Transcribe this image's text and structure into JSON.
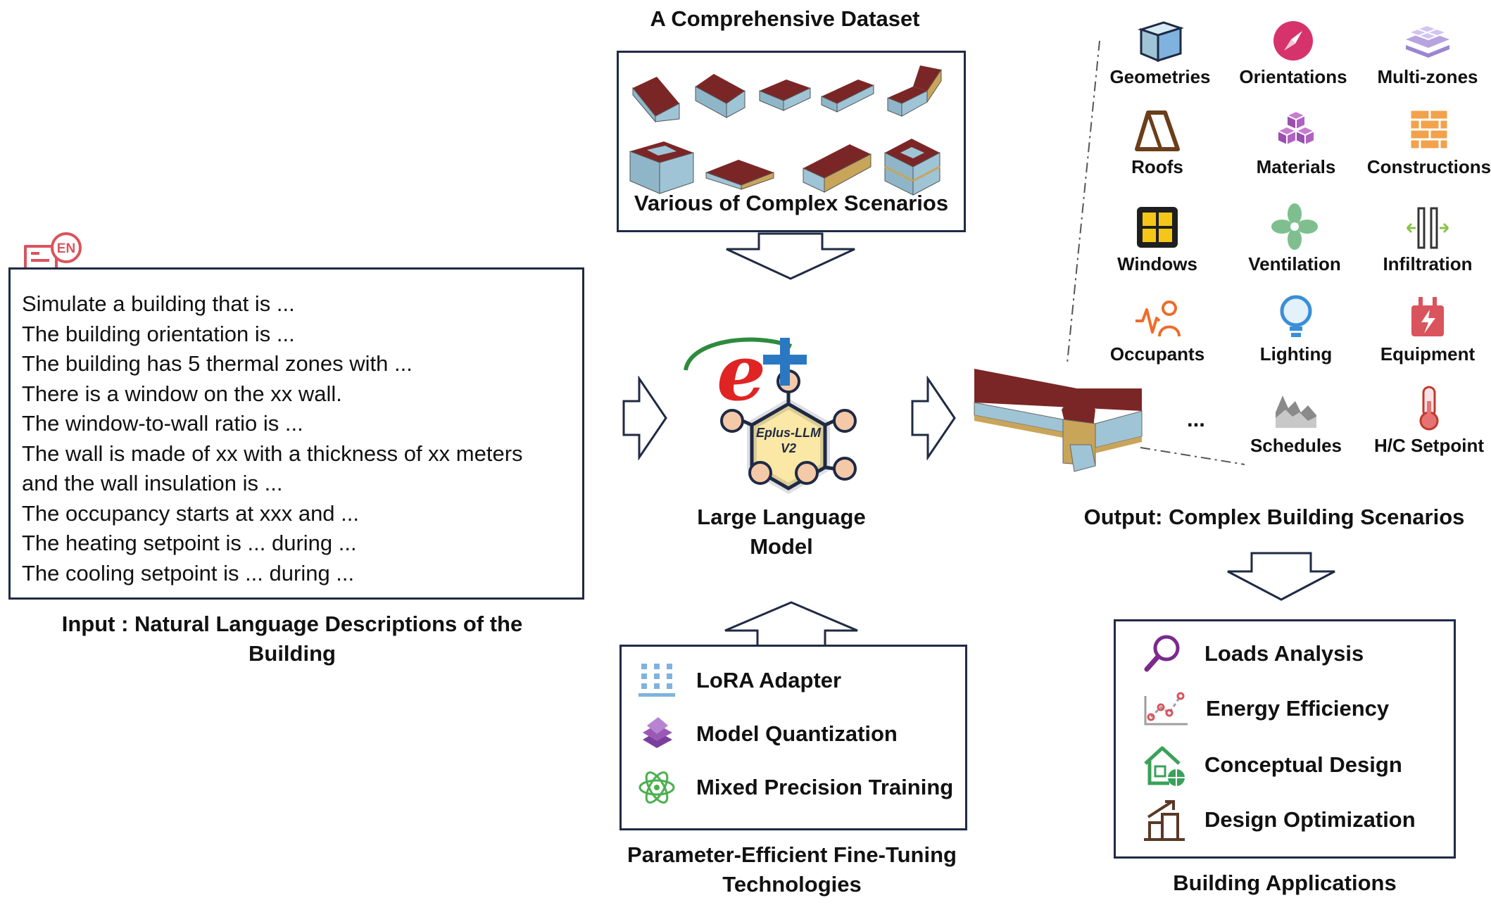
{
  "dataset": {
    "title": "A Comprehensive Dataset",
    "caption": "Various of Complex Scenarios"
  },
  "input": {
    "badge": "EN",
    "lines": [
      "Simulate a building that is ...",
      "The building orientation is ...",
      "The building has 5 thermal zones with ...",
      "There is a window on the xx wall.",
      "The window-to-wall ratio is ...",
      "The wall is made of xx with a thickness of xx meters",
      "and the wall insulation is ...",
      "The occupancy starts at xxx and ...",
      "The heating setpoint is ... during ...",
      "The cooling setpoint is ... during ..."
    ],
    "caption_line1": "Input : Natural Language Descriptions of the",
    "caption_line2": "Building"
  },
  "model": {
    "logo_letter": "e",
    "logo_name": "Eplus-LLM",
    "logo_version": "V2",
    "caption_line1": "Large Language",
    "caption_line2": "Model"
  },
  "output": {
    "features": [
      {
        "label": "Geometries",
        "icon": "cube-icon"
      },
      {
        "label": "Orientations",
        "icon": "compass-icon"
      },
      {
        "label": "Multi-zones",
        "icon": "multi-zones-icon"
      },
      {
        "label": "Roofs",
        "icon": "roof-icon"
      },
      {
        "label": "Materials",
        "icon": "materials-icon"
      },
      {
        "label": "Constructions",
        "icon": "brick-wall-icon"
      },
      {
        "label": "Windows",
        "icon": "window-icon"
      },
      {
        "label": "Ventilation",
        "icon": "fan-icon"
      },
      {
        "label": "Infiltration",
        "icon": "infiltration-icon"
      },
      {
        "label": "Occupants",
        "icon": "occupant-icon"
      },
      {
        "label": "Lighting",
        "icon": "lightbulb-icon"
      },
      {
        "label": "Equipment",
        "icon": "plug-icon"
      },
      {
        "label": "Schedules",
        "icon": "area-chart-icon"
      },
      {
        "label": "H/C Setpoint",
        "icon": "thermometer-icon"
      }
    ],
    "ellipsis": "...",
    "caption": "Output: Complex Building Scenarios"
  },
  "peft": {
    "items": [
      {
        "label": "LoRA Adapter",
        "icon": "grid-icon"
      },
      {
        "label": "Model Quantization",
        "icon": "stack-icon"
      },
      {
        "label": "Mixed Precision Training",
        "icon": "atom-icon"
      }
    ],
    "caption_line1": "Parameter-Efficient Fine-Tuning",
    "caption_line2": "Technologies"
  },
  "applications": {
    "items": [
      {
        "label": "Loads Analysis",
        "icon": "magnifier-icon"
      },
      {
        "label": "Energy Efficiency",
        "icon": "line-chart-icon"
      },
      {
        "label": "Conceptual Design",
        "icon": "house-globe-icon"
      },
      {
        "label": "Design Optimization",
        "icon": "growth-icon"
      }
    ],
    "caption": "Building Applications"
  },
  "colors": {
    "border": "#1f2a44",
    "roof": "#7b2626",
    "glass": "#9fc4d6",
    "trim": "#c9a55a",
    "logo_red": "#e02424",
    "logo_blue": "#2b78c2",
    "logo_green": "#2e8b3d",
    "hex_fill": "#fbe8a6",
    "node_fill": "#f4c9a8"
  }
}
